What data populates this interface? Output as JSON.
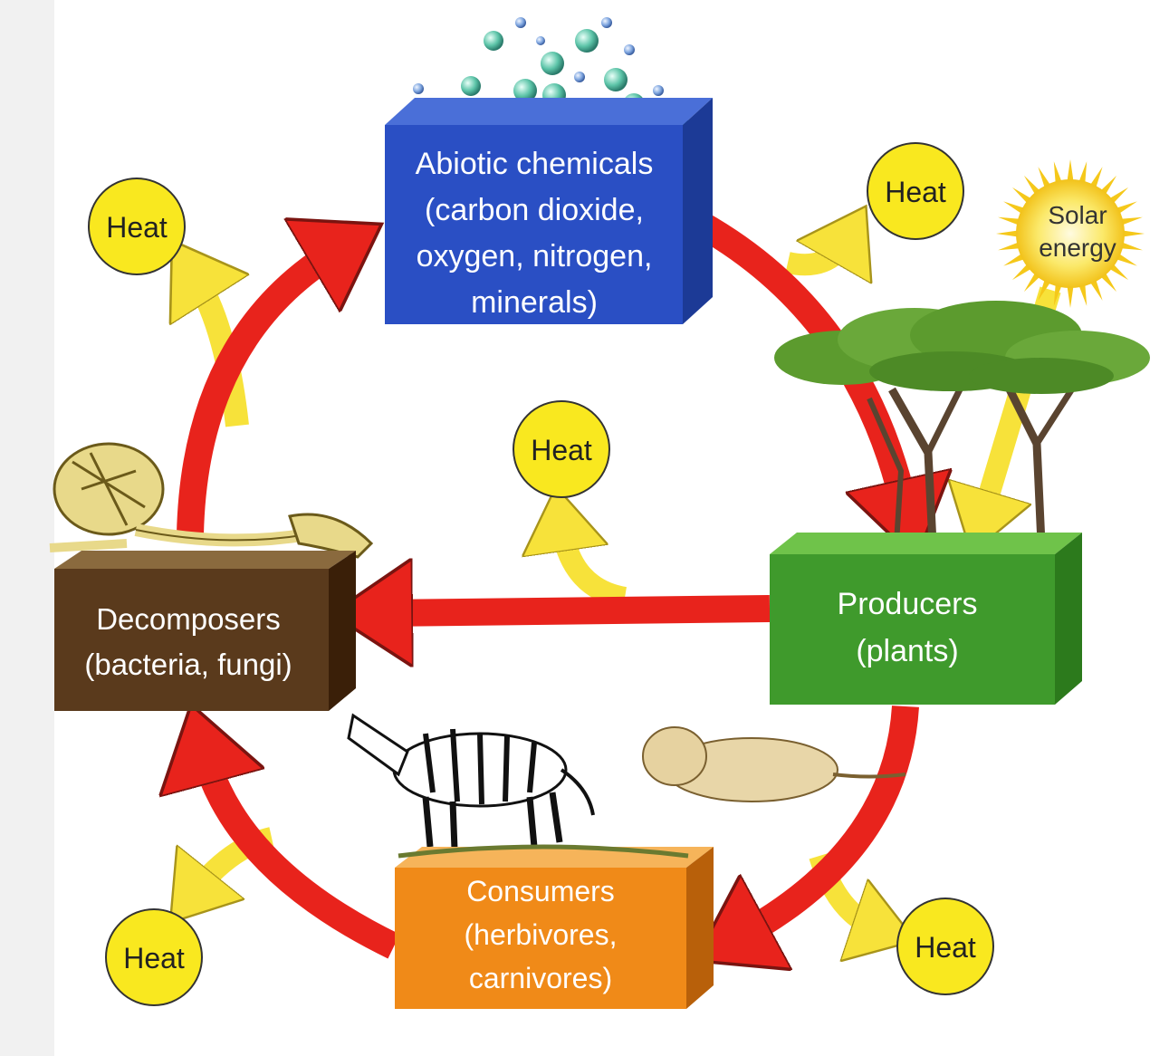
{
  "boxes": {
    "abiotic": {
      "lines": [
        "Abiotic chemicals",
        "(carbon dioxide,",
        "oxygen, nitrogen,",
        "minerals)"
      ],
      "color": "#2a4fc4"
    },
    "producers": {
      "lines": [
        "Producers",
        "(plants)"
      ],
      "color": "#3f9a2c"
    },
    "decomposers": {
      "lines": [
        "Decomposers",
        "(bacteria, fungi)"
      ],
      "color": "#5a3a1c"
    },
    "consumers": {
      "lines": [
        "Consumers",
        "(herbivores,",
        "carnivores)"
      ],
      "color": "#f08a18"
    }
  },
  "heat": {
    "top_left": "Heat",
    "top_right": "Heat",
    "center": "Heat",
    "bottom_left": "Heat",
    "bottom_right": "Heat"
  },
  "sun": {
    "lines": [
      "Solar",
      "energy"
    ]
  },
  "colors": {
    "cycle_arrow": "#e8231c",
    "heat_arrow": "#f7e23a",
    "heat_circle": "#f9e81f",
    "sun": "#f9d71c"
  }
}
